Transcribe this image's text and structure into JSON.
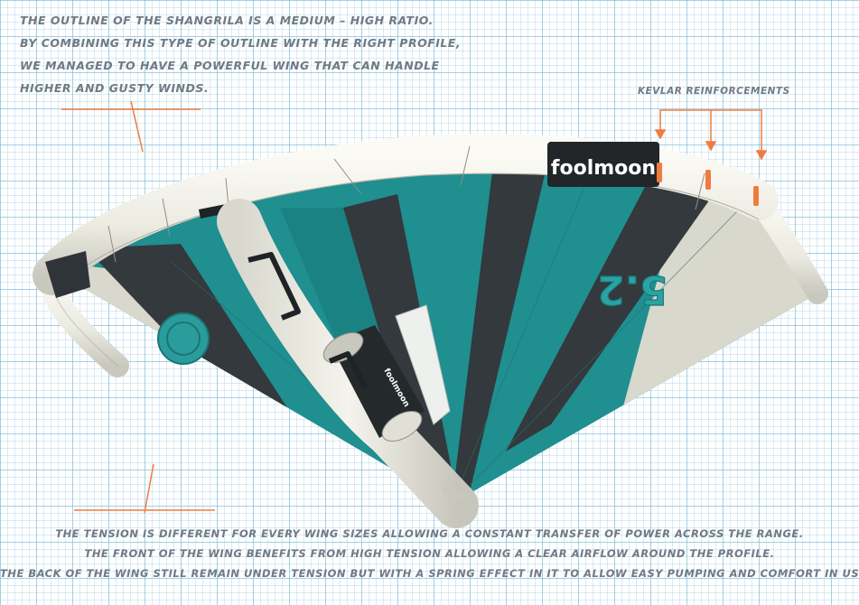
{
  "intro_note": {
    "lines": [
      "The outline of the Shangrila is a medium – high ratio.",
      "By combining this type of outline with the right profile,",
      "we managed to have a powerful wing that can handle",
      "higher and gusty winds."
    ]
  },
  "kevlar_label": "Kevlar reinforcements",
  "brand_logo": "foolmoon",
  "strut_logo": "foolmoon",
  "size_mark": "5.2",
  "tension_note": {
    "lines": [
      "The tension is different for every wing sizes allowing a constant transfer of power across the range.",
      "The front of the wing benefits from high tension allowing a clear airflow around the profile.",
      "The back of the wing still remain under tension but with a spring effect in it to allow easy pumping and comfort in use."
    ]
  },
  "colors": {
    "teal": "#1f8f90",
    "dark": "#33393d",
    "sail_light": "#d8d8cc",
    "tube": "#f1f0e8",
    "accent_orange": "#f07b3f",
    "note_text": "#6f7a85"
  }
}
